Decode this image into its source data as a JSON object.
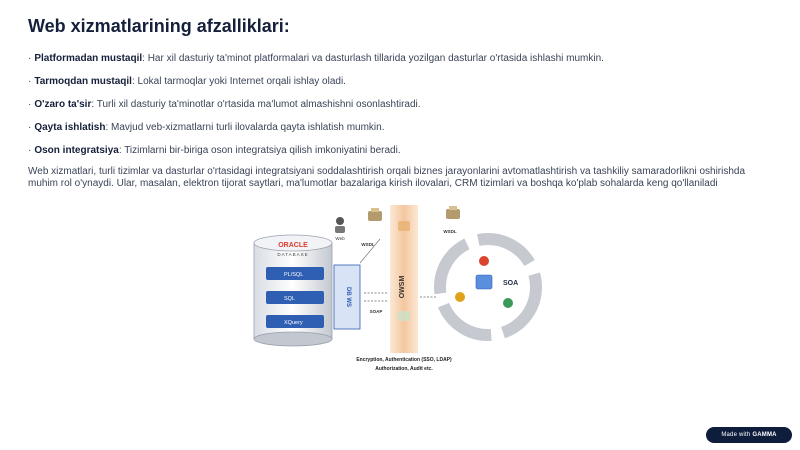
{
  "slide": {
    "title": "Web xizmatlarining afzalliklari:",
    "bullets": [
      {
        "term": "Platformadan mustaqil",
        "text": ": Har xil dasturiy ta'minot platformalari va dasturlash tillarida yozilgan dasturlar o'rtasida ishlashi mumkin."
      },
      {
        "term": "Tarmoqdan mustaqil",
        "text": ": Lokal tarmoqlar yoki Internet orqali ishlay oladi."
      },
      {
        "term": "O'zaro ta'sir",
        "text": ": Turli xil dasturiy ta'minotlar o'rtasida ma'lumot almashishni osonlashtiradi."
      },
      {
        "term": "Qayta ishlatish",
        "text": ": Mavjud veb-xizmatlarni turli ilovalarda qayta ishlatish mumkin."
      },
      {
        "term": "Oson integratsiya",
        "text": ": Tizimlarni bir-biriga oson integratsiya qilish imkoniyatini beradi."
      }
    ],
    "paragraph": "Web xizmatlari, turli tizimlar va dasturlar o'rtasidagi integratsiyani soddalashtirish orqali biznes jarayonlarini avtomatlashtirish va tashkiliy samaradorlikni oshirishda muhim rol o'ynaydi. Ular, masalan, elektron tijorat saytlari, ma'lumotlar bazalariga kirish ilovalari, CRM tizimlari va boshqa ko'plab sohalarda keng qo'llaniladi"
  },
  "diagram": {
    "oracle": "ORACLE",
    "database": "DATABASE",
    "layers": [
      "PL/SQL",
      "SQL",
      "XQuery"
    ],
    "dbws": "DB WS",
    "user": "Web",
    "wsdl_left": "WSDL",
    "wsdl_right": "WSDL",
    "soap": "SOAP",
    "wsm": "OWSM",
    "soa": "SOA",
    "caption_line1": "Encryption, Authentication (SSO, LDAP)",
    "caption_line2": "Authorization, Audit etc."
  },
  "badge": {
    "prefix": "Made with",
    "brand": "GAMMA"
  },
  "colors": {
    "title": "#15203a",
    "body": "#3a4357",
    "oracle_red": "#e03a2f",
    "db_blue": "#2f5fb3",
    "wsm_band": "#f6d6b5",
    "badge_bg": "#0f1d3d"
  }
}
